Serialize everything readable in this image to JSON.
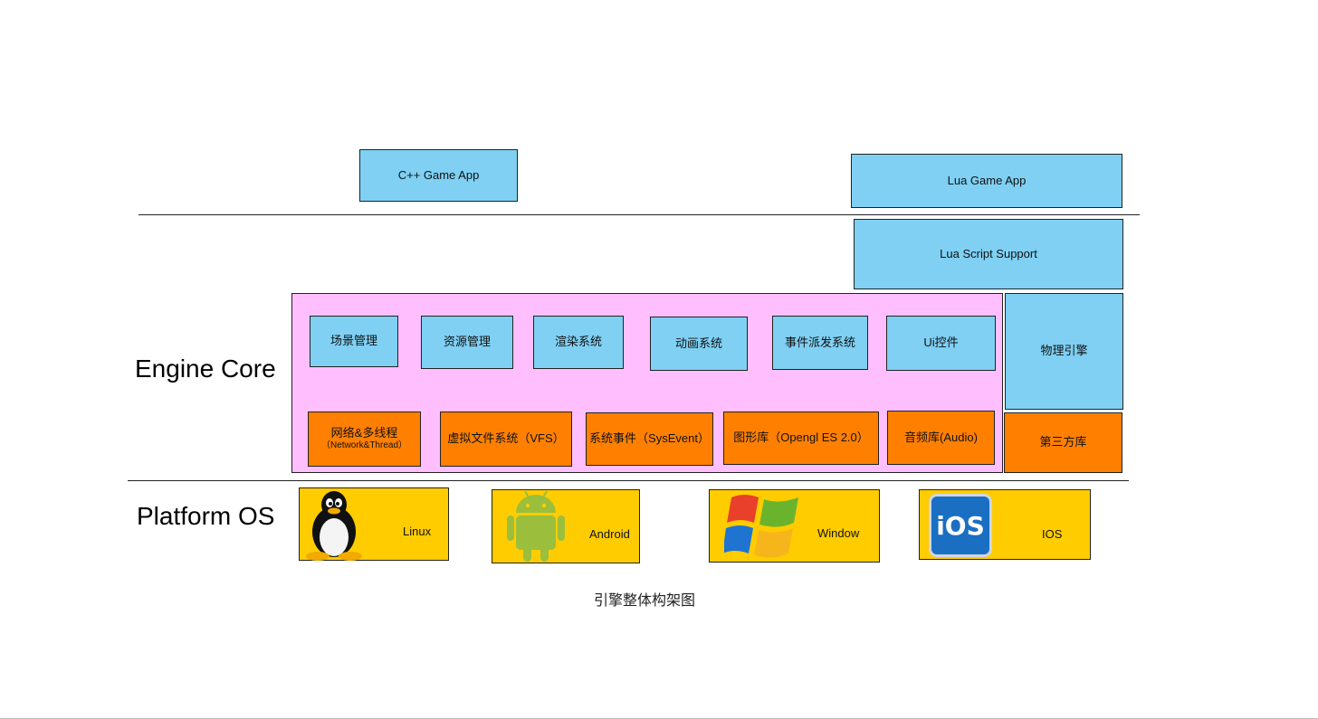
{
  "app_layer": {
    "cpp_app": "C++ Game App",
    "lua_app": "Lua Game App"
  },
  "engine": {
    "label": "Engine Core",
    "lua_support": "Lua Script Support",
    "modules_top": [
      "场景管理",
      "资源管理",
      "渲染系统",
      "动画系统",
      "事件派发系统",
      "Ui控件"
    ],
    "modules_bottom": [
      {
        "label": "网络&多线程",
        "sub": "（Network&Thread）"
      },
      {
        "label": "虚拟文件系统（VFS）"
      },
      {
        "label": "系统事件（SysEvent）"
      },
      {
        "label": "图形库（Opengl ES 2.0）"
      },
      {
        "label": "音频库(Audio)"
      }
    ],
    "physics": "物理引擎",
    "third_party": "第三方库"
  },
  "platform": {
    "label": "Platform OS",
    "items": [
      {
        "name": "Linux",
        "icon": "linux-penguin-icon"
      },
      {
        "name": "Android",
        "icon": "android-robot-icon"
      },
      {
        "name": "Window",
        "icon": "windows-flag-icon"
      },
      {
        "name": "IOS",
        "icon": "ios-logo-icon",
        "logo_text": "iOS"
      }
    ]
  },
  "caption": "引擎整体构架图",
  "colors": {
    "blue": "#7fd0f3",
    "orange": "#ff8000",
    "yellow": "#ffcc00",
    "pink": "#ffbfff"
  }
}
